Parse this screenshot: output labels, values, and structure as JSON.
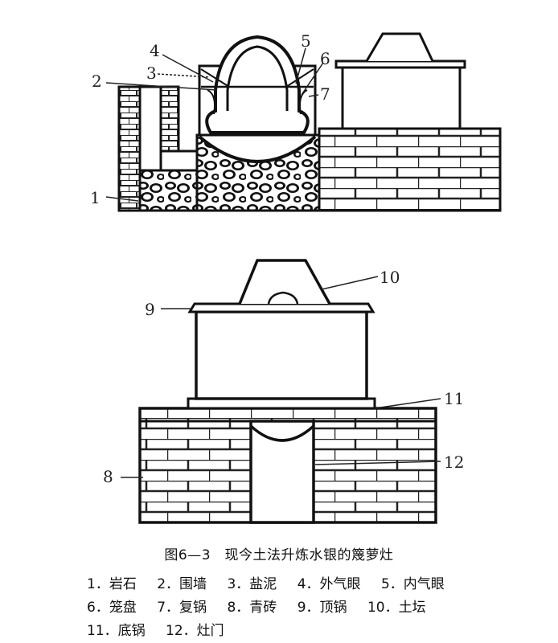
{
  "figure": {
    "caption": "图6—3　现今土法升炼水银的篾萝灶",
    "parts": [
      {
        "num": "1",
        "label": "岩石"
      },
      {
        "num": "2",
        "label": "围墙"
      },
      {
        "num": "3",
        "label": "盐泥"
      },
      {
        "num": "4",
        "label": "外气眼"
      },
      {
        "num": "5",
        "label": "内气眼"
      },
      {
        "num": "6",
        "label": "笼盘"
      },
      {
        "num": "7",
        "label": "复锅"
      },
      {
        "num": "8",
        "label": "青砖"
      },
      {
        "num": "9",
        "label": "顶锅"
      },
      {
        "num": "10",
        "label": "土坛"
      },
      {
        "num": "11",
        "label": "底锅"
      },
      {
        "num": "12",
        "label": "灶门"
      }
    ],
    "legend_lines": [
      [
        "1．岩石",
        "2．围墙",
        "3．盐泥",
        "4．外气眼",
        "5．内气眼"
      ],
      [
        "6．笼盘",
        "7．复锅",
        "8．青砖",
        "9．顶锅",
        "10．土坛"
      ],
      [
        "11．底锅",
        "12．灶门"
      ]
    ]
  }
}
